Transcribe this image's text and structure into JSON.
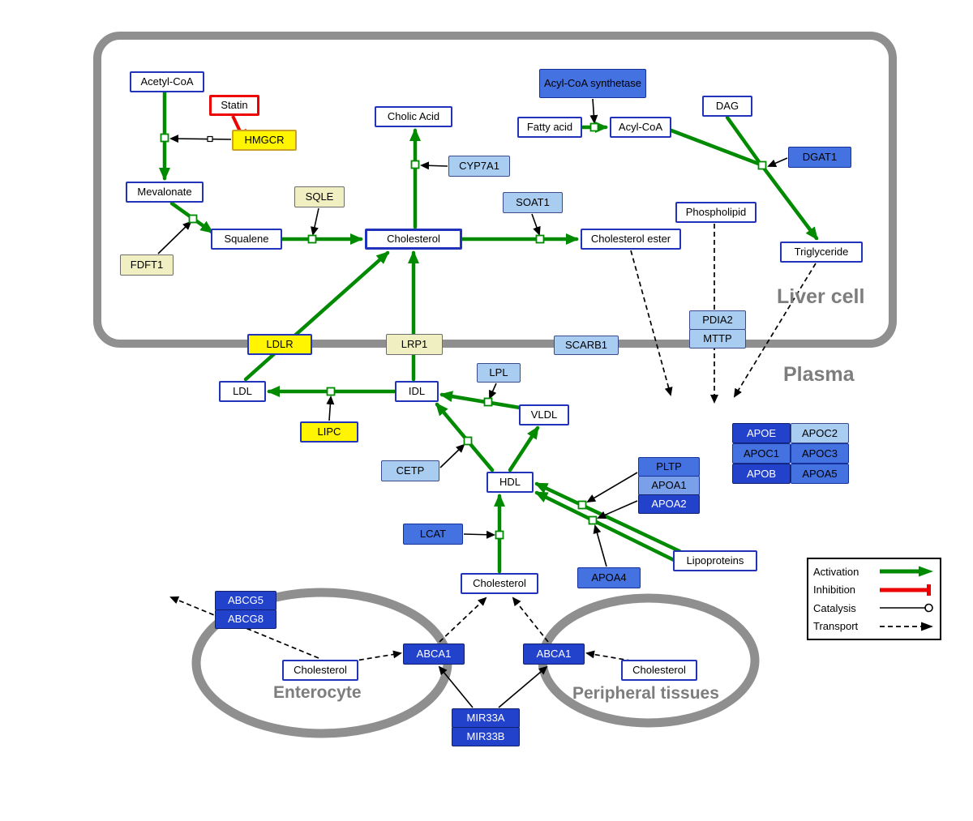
{
  "compartments": {
    "liver_cell": "Liver cell",
    "plasma": "Plasma",
    "enterocyte": "Enterocyte",
    "peripheral_tissues": "Peripheral tissues"
  },
  "legend": {
    "activation": "Activation",
    "inhibition": "Inhibition",
    "catalysis": "Catalysis",
    "transport": "Transport"
  },
  "colors": {
    "activation_green": "#008a00",
    "inhibition_red": "#ee0000",
    "membrane_gray": "#8f8f8f",
    "metabolite_border_blue": "#2233bb",
    "gene_yellow": "#fff500",
    "gene_pale_yellow": "#f0efc2",
    "gene_light_blue": "#a9cdf0",
    "gene_blue": "#4472e0",
    "gene_dark_blue": "#2342cc"
  },
  "nodes": {
    "acetyl_coa": "Acetyl-CoA",
    "statin": "Statin",
    "hmgcr": "HMGCR",
    "mevalonate": "Mevalonate",
    "sqle": "SQLE",
    "fdft1": "FDFT1",
    "squalene": "Squalene",
    "cholesterol": "Cholesterol",
    "cholic_acid": "Cholic Acid",
    "cyp7a1": "CYP7A1",
    "soat1": "SOAT1",
    "cholesterol_ester": "Cholesterol ester",
    "acyl_coa_synthetase": "Acyl-CoA synthetase",
    "fatty_acid": "Fatty acid",
    "acyl_coa": "Acyl-CoA",
    "dag": "DAG",
    "dgat1": "DGAT1",
    "phospholipid": "Phospholipid",
    "triglyceride": "Triglyceride",
    "pdia2": "PDIA2",
    "mttp": "MTTP",
    "ldlr": "LDLR",
    "lrp1": "LRP1",
    "scarb1": "SCARB1",
    "ldl": "LDL",
    "idl": "IDL",
    "lpl": "LPL",
    "vldl": "VLDL",
    "lipc": "LIPC",
    "cetp": "CETP",
    "hdl": "HDL",
    "pltp": "PLTP",
    "apoa1": "APOA1",
    "apoa2": "APOA2",
    "lcat": "LCAT",
    "apoa4": "APOA4",
    "lipoproteins": "Lipoproteins",
    "apoe": "APOE",
    "apoc2": "APOC2",
    "apoc1": "APOC1",
    "apoc3": "APOC3",
    "apob": "APOB",
    "apoa5": "APOA5",
    "cholesterol_plasma": "Cholesterol",
    "abcg5": "ABCG5",
    "abcg8": "ABCG8",
    "cholesterol_enterocyte": "Cholesterol",
    "abca1_enterocyte": "ABCA1",
    "abca1_peripheral": "ABCA1",
    "cholesterol_peripheral": "Cholesterol",
    "mir33a": "MIR33A",
    "mir33b": "MIR33B"
  }
}
